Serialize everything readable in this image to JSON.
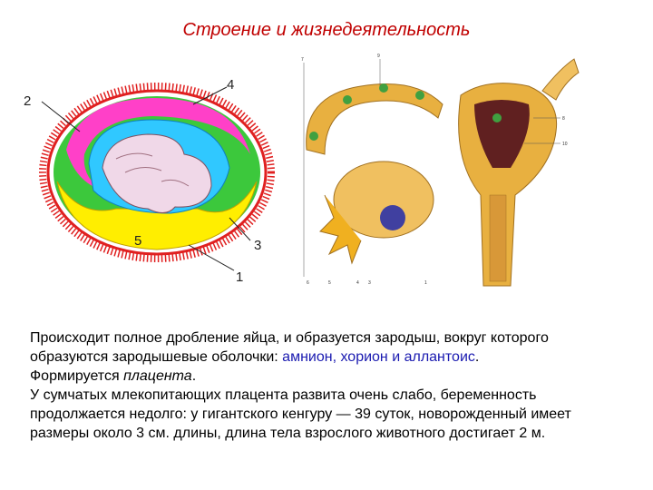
{
  "title": "Строение и жизнедеятельность",
  "figure_left": {
    "labels": {
      "l1": "1",
      "l2": "2",
      "l3": "3",
      "l4": "4",
      "l5": "5"
    }
  },
  "figure_right": {
    "labels": {
      "t7": "7",
      "t8": "8",
      "t9": "9",
      "t10": "10",
      "b6": "6",
      "b5": "5",
      "b4": "4",
      "b3": "3",
      "b1": "1"
    }
  },
  "text": {
    "line1": "Происходит полное дробление яйца, и образуется зародыш, вокруг которого образуются зародышевые оболочки: ",
    "membranes": "амнион, хорион и аллантоис",
    "line1_end": ".",
    "line2_start": "Формируется ",
    "placenta": "плацента",
    "line2_end": ".",
    "line3": "У сумчатых млекопитающих плацента развита очень слабо, беременность продолжается недолго: у гигантского кенгуру — 39 суток, новорожденный имеет размеры около 3 см. длины, длина тела взрослого животного достигает 2 м."
  },
  "colors": {
    "title": "#c00000",
    "membrane_terms": "#1a1ab0",
    "chorion_villi": "#e02020",
    "allantois": "#ff40c8",
    "amnion": "#30c8ff",
    "yolk_sac": "#ffee00",
    "embryo": "#f0d8e8",
    "uterus": "#e8b040"
  }
}
